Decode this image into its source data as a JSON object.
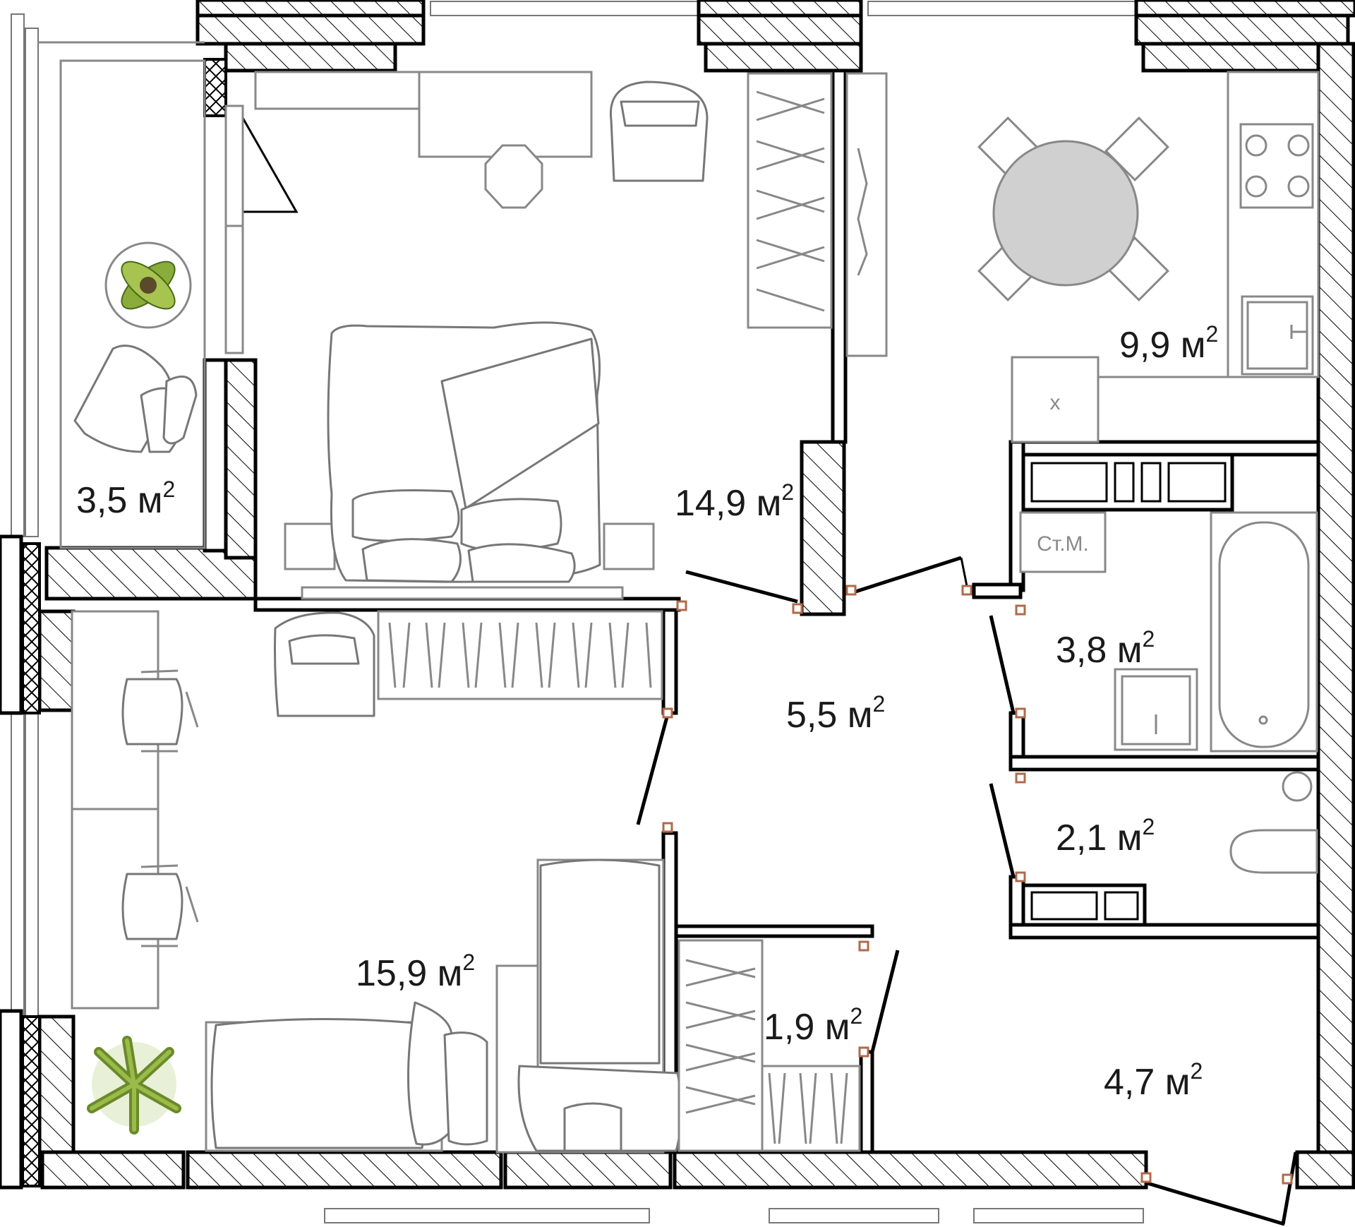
{
  "rooms": [
    {
      "id": "balcony",
      "area": "3,5",
      "unit": "м",
      "exp": "2"
    },
    {
      "id": "bedroom",
      "area": "14,9",
      "unit": "м",
      "exp": "2"
    },
    {
      "id": "kitchen",
      "area": "9,9",
      "unit": "м",
      "exp": "2"
    },
    {
      "id": "bathroom",
      "area": "3,8",
      "unit": "м",
      "exp": "2"
    },
    {
      "id": "hall",
      "area": "5,5",
      "unit": "м",
      "exp": "2"
    },
    {
      "id": "toilet",
      "area": "2,1",
      "unit": "м",
      "exp": "2"
    },
    {
      "id": "kids-room",
      "area": "15,9",
      "unit": "м",
      "exp": "2"
    },
    {
      "id": "closet",
      "area": "1,9",
      "unit": "м",
      "exp": "2"
    },
    {
      "id": "entrance",
      "area": "4,7",
      "unit": "м",
      "exp": "2"
    }
  ],
  "appliances": {
    "fridge": "x",
    "washing_machine": "Ст.М."
  },
  "colors": {
    "wall": "#000000",
    "furniture": "#888888",
    "door_hinge": "#b06a4a",
    "table": "#d0d0d0",
    "plant_green": "#7a9a3a"
  }
}
